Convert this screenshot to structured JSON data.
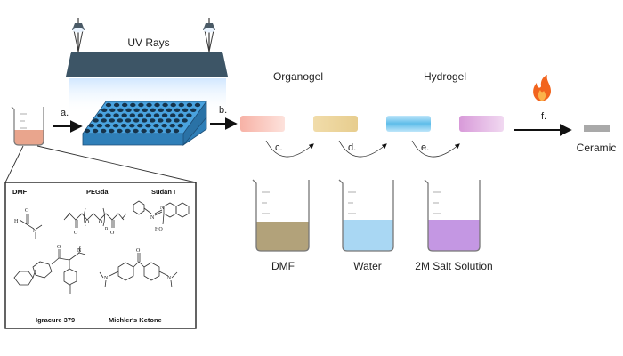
{
  "labels": {
    "uv_rays": "UV Rays",
    "organogel": "Organogel",
    "hydrogel": "Hydrogel",
    "ceramic": "Ceramic"
  },
  "steps": {
    "a": "a.",
    "b": "b.",
    "c": "c.",
    "d": "d.",
    "e": "e.",
    "f": "f."
  },
  "beakers": {
    "dmf": "DMF",
    "water": "Water",
    "salt": "2M Salt Solution"
  },
  "chemicals": {
    "dmf": "DMF",
    "pegda": "PEGda",
    "sudan": "Sudan I",
    "irgacure": "Igracure 379",
    "michler": "Michler's Ketone",
    "atoms": {
      "h": "H",
      "o": "O",
      "n": "N",
      "ho": "HO",
      "n_sub": "n"
    }
  },
  "colors": {
    "lamp_bar": "#3d5566",
    "glow": "#d8ecff",
    "tray": "#3d9ad6",
    "tray_dots": "#16344c",
    "pink_gel": "#f5a89e",
    "tan_gel": "#eed7a2",
    "blue_gel": "#6fc6ef",
    "purple_gel": "#d7a3d9",
    "dmf_liquid": "#b2a27a",
    "water_liquid": "#a9d7f3",
    "salt_liquid": "#c497e3",
    "beaker_liquid": "#e9a58d",
    "ceramic": "#a9a9a9",
    "flame": "#f2641e"
  }
}
